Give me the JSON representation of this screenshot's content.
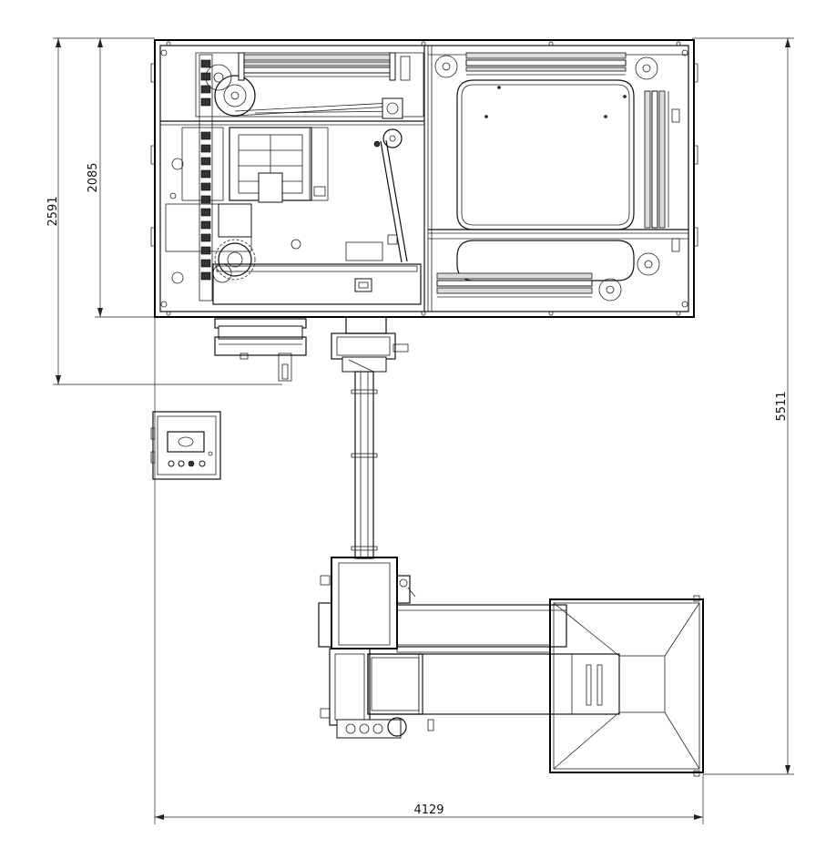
{
  "dimensions": {
    "overall_width": "4129",
    "overall_length": "5511",
    "main_frame_height": "2085",
    "frame_with_attachments_height": "2591"
  },
  "colors": {
    "line": "#111111",
    "background": "#ffffff"
  }
}
